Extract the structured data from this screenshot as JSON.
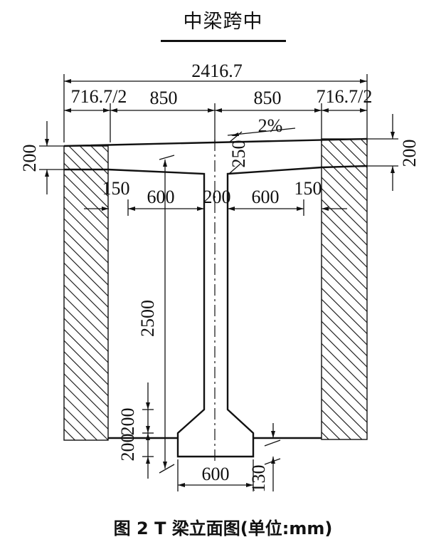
{
  "title": "中梁跨中",
  "caption": "图 2  T 梁立面图(单位:mm)",
  "dimensions": {
    "total_width": "2416.7",
    "left_overhang": "716.7/2",
    "left_half": "850",
    "right_half": "850",
    "right_overhang": "716.7/2",
    "slope": "2%",
    "left_slab_thickness": "200",
    "right_slab_thickness": "200",
    "web_top_thickness": "250",
    "left_gap": "150",
    "left_flange_span": "600",
    "web_width": "200",
    "right_flange_span": "600",
    "right_gap": "150",
    "web_height": "2500",
    "bulb_upper": "200",
    "bulb_lower": "200",
    "bottom_width": "600",
    "bottom_offset": "130"
  }
}
